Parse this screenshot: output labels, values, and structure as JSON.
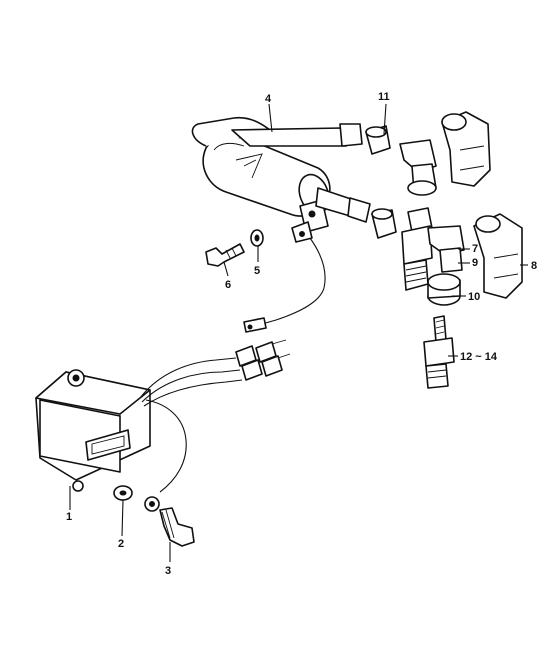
{
  "diagram": {
    "callouts": [
      {
        "id": "c1",
        "text": "1"
      },
      {
        "id": "c2",
        "text": "2"
      },
      {
        "id": "c3",
        "text": "3"
      },
      {
        "id": "c4",
        "text": "4"
      },
      {
        "id": "c5",
        "text": "5"
      },
      {
        "id": "c6",
        "text": "6"
      },
      {
        "id": "c7",
        "text": "7"
      },
      {
        "id": "c8",
        "text": "8"
      },
      {
        "id": "c9",
        "text": "9"
      },
      {
        "id": "c10",
        "text": "10"
      },
      {
        "id": "c11",
        "text": "11"
      },
      {
        "id": "c12",
        "text": "12 ~ 14"
      }
    ]
  }
}
